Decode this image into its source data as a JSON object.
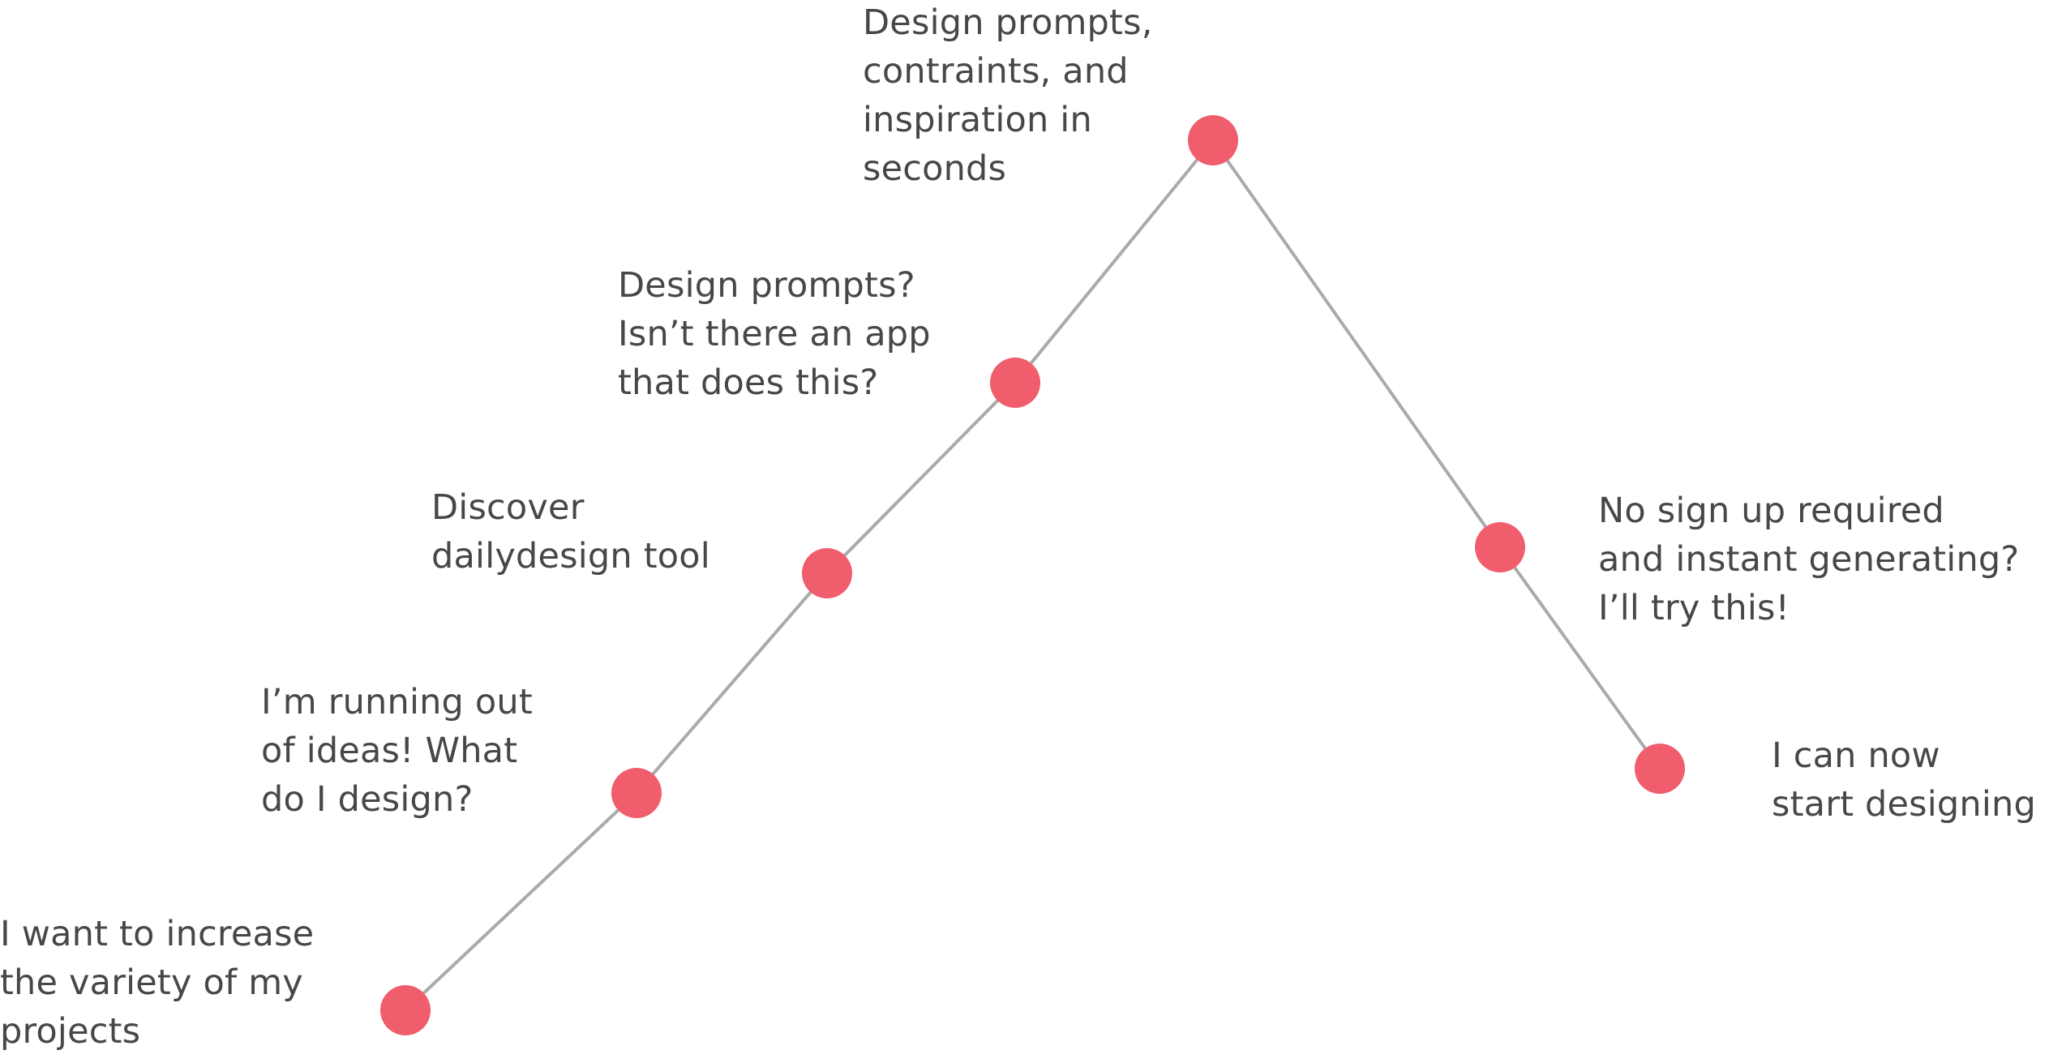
{
  "colors": {
    "node": "#f05d6c",
    "line": "#aaaaaa",
    "text": "#474747"
  },
  "steps": [
    {
      "lines": [
        "I want to increase",
        "the variety of my",
        "projects"
      ]
    },
    {
      "lines": [
        "I’m running out",
        "of ideas! What",
        "do I design?"
      ]
    },
    {
      "lines": [
        "Discover",
        "dailydesign tool"
      ]
    },
    {
      "lines": [
        "Design prompts?",
        "Isn’t there an app",
        "that does this?"
      ]
    },
    {
      "lines": [
        "Design prompts,",
        "contraints, and",
        "inspiration in",
        "seconds"
      ]
    },
    {
      "lines": [
        "No sign up required",
        "and instant generating?",
        "I’ll try this!"
      ]
    },
    {
      "lines": [
        "I can now",
        "start designing"
      ]
    }
  ]
}
